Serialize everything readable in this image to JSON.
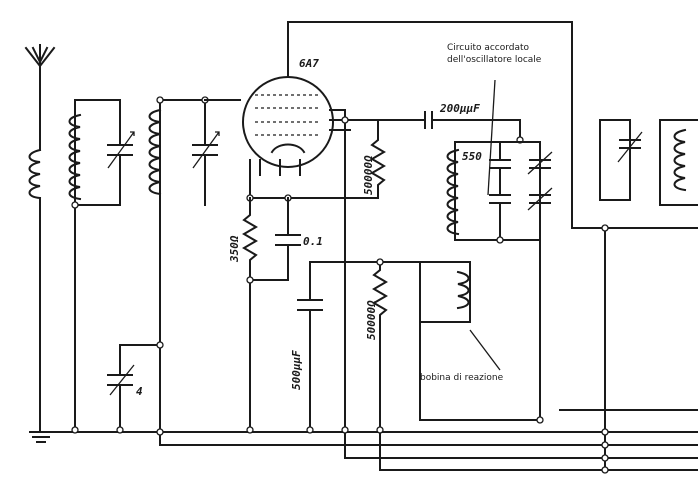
{
  "labels": {
    "tube": "6A7",
    "oscillator_note_line1": "Circuito accordato",
    "oscillator_note_line2": "dell'oscillatore locale",
    "coupling_cap": "200μμF",
    "oscillator_cap": "550",
    "grid_resistor": "50000Ω",
    "cathode_resistor": "350Ω",
    "cathode_bypass": "0.1",
    "feedback_cap": "500μμF",
    "feedback_resistor": "50000Ω",
    "reaction_coil": "bobina di reazione",
    "trimmer": "4"
  }
}
